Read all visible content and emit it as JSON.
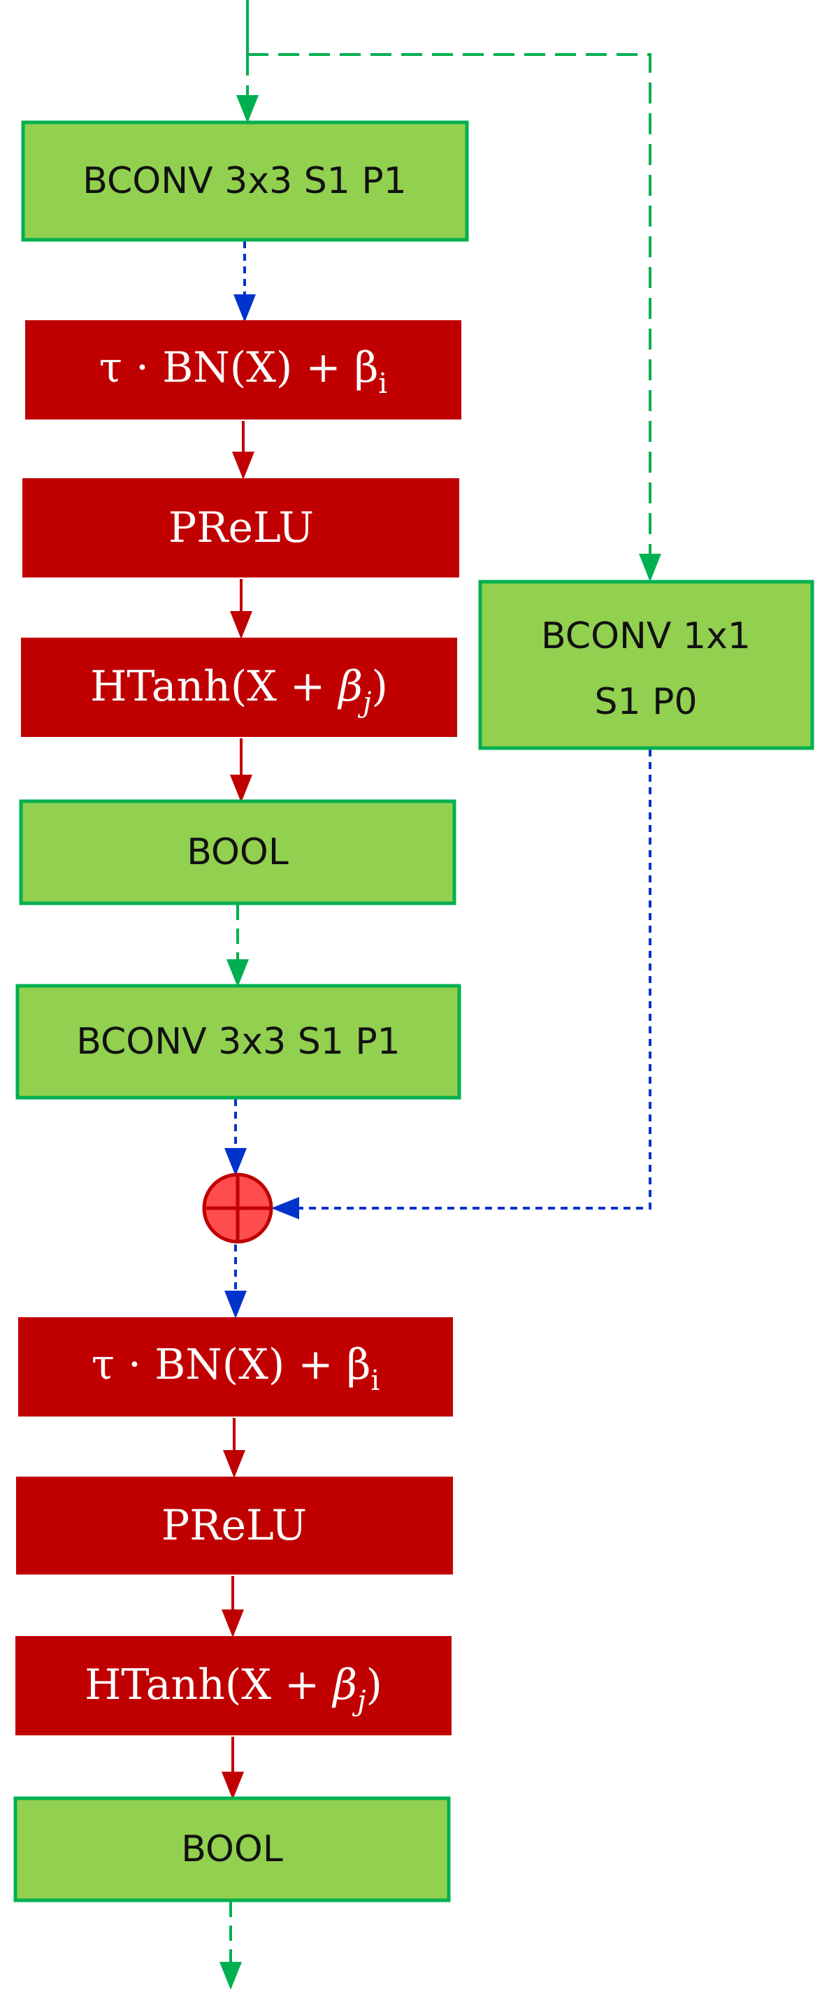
{
  "colors": {
    "green_fill": "#92d050",
    "green_stroke": "#00b050",
    "red_fill": "#c00000",
    "red_arrow": "#c00000",
    "blue_arrow": "#0033cc",
    "adder_fill": "#ff4d4d",
    "adder_stroke": "#c00000"
  },
  "blocks": {
    "conv1": "BCONV 3x3 S1 P1",
    "bn1": {
      "prefix": "τ · BN(X) + β",
      "subscript": "i"
    },
    "prelu1": "PReLU",
    "htanh1": {
      "prefix": "HTanh(X + ",
      "beta": "β",
      "subscript": "j",
      "suffix": ")"
    },
    "bool1": "BOOL",
    "conv2": "BCONV 3x3 S1 P1",
    "bn2": {
      "prefix": "τ · BN(X) + β",
      "subscript": "i"
    },
    "prelu2": "PReLU",
    "htanh2": {
      "prefix": "HTanh(X + ",
      "beta": "β",
      "subscript": "j",
      "suffix": ")"
    },
    "bool2": "BOOL",
    "shortcut": {
      "line1": "BCONV 1x1",
      "line2": "S1 P0"
    }
  }
}
